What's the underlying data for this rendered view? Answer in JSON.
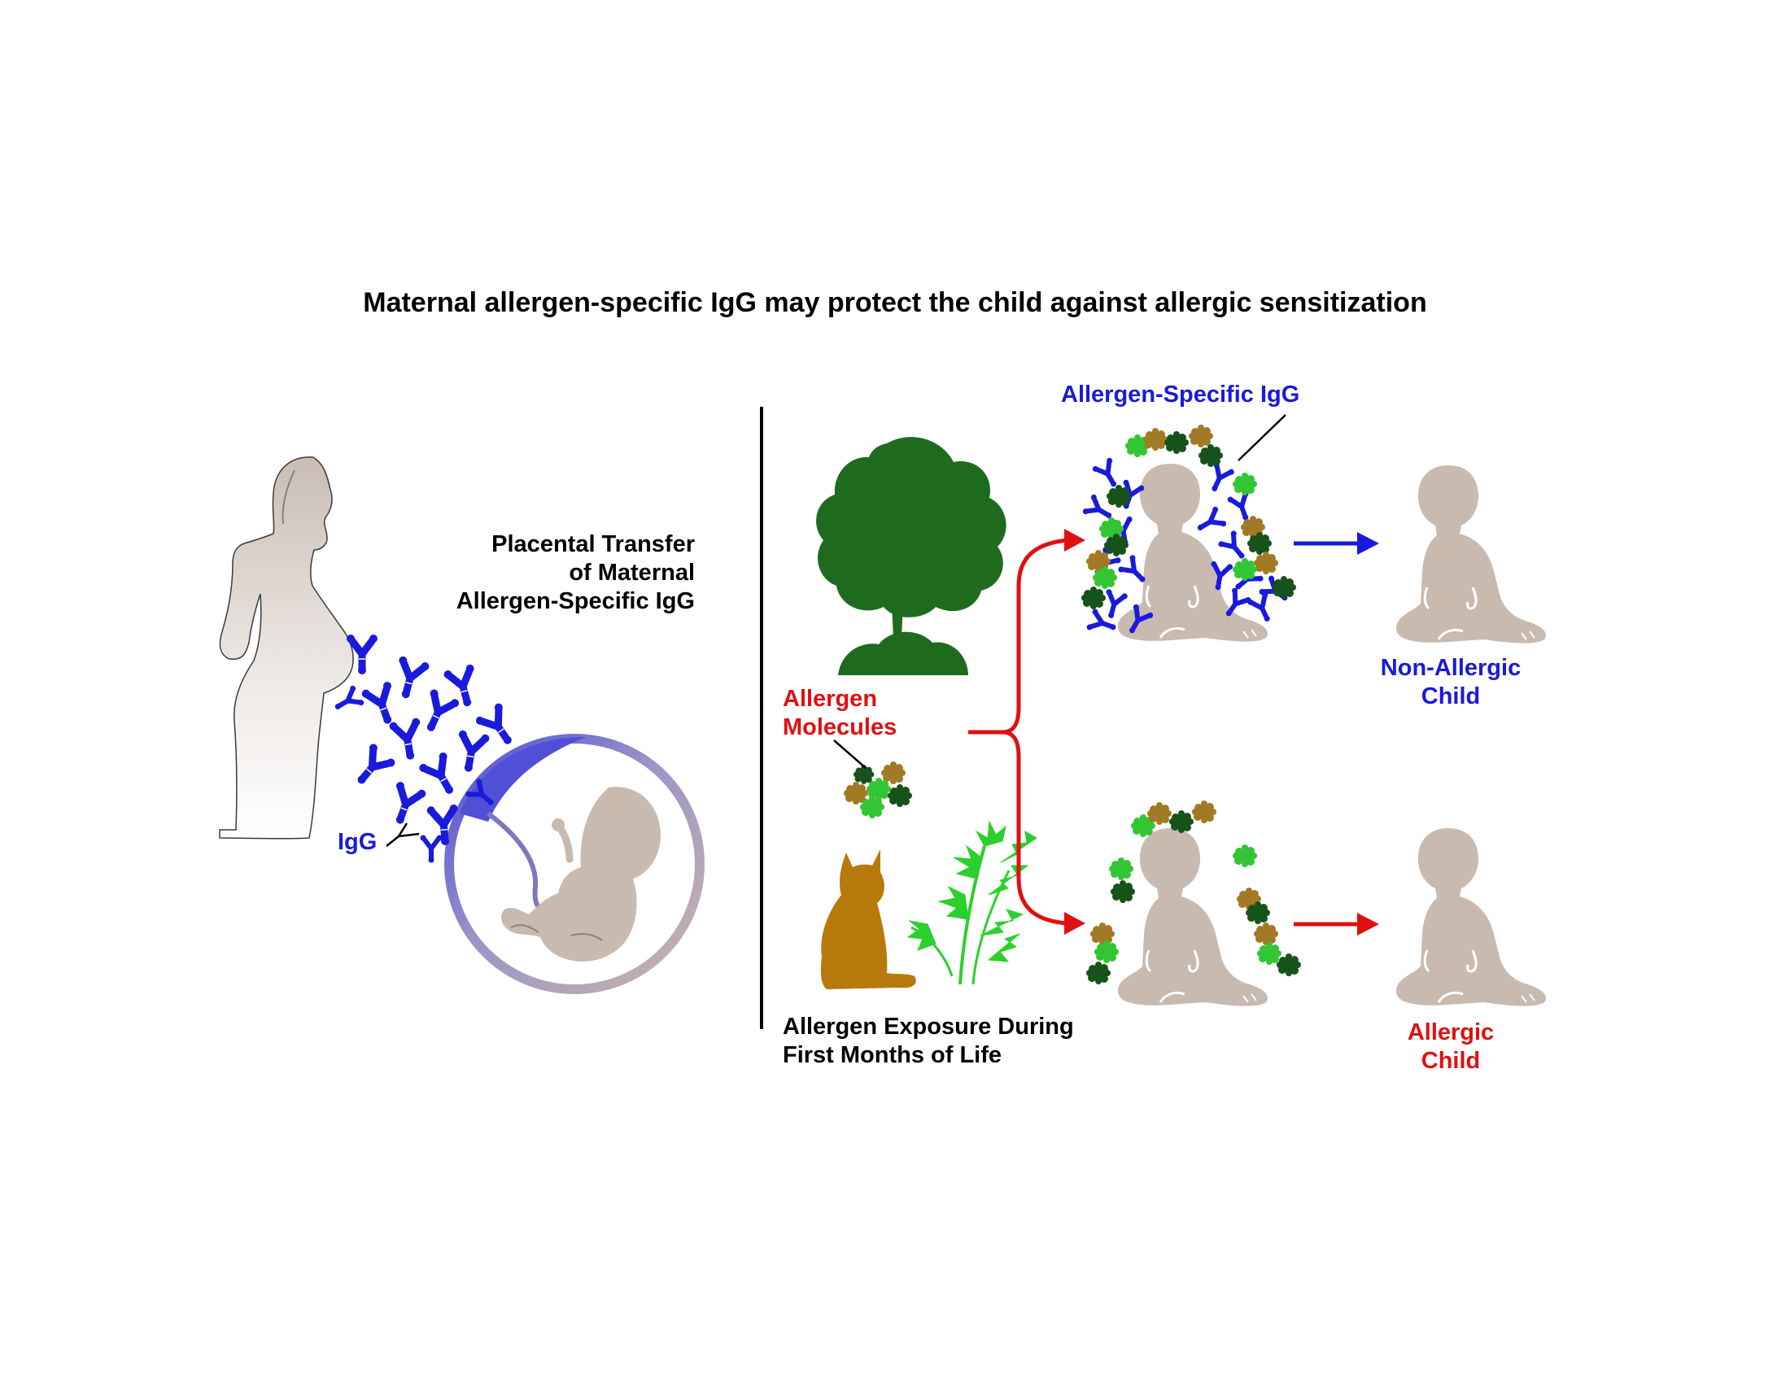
{
  "title": "Maternal allergen-specific IgG may protect the child against allergic sensitization",
  "labels": {
    "placental_line1": "Placental Transfer",
    "placental_line2": "of Maternal",
    "placental_line3": "Allergen-Specific IgG",
    "igg": "IgG",
    "allergen_line1": "Allergen",
    "allergen_line2": "Molecules",
    "exposure_line1": "Allergen Exposure During",
    "exposure_line2": "First Months of Life",
    "specific_igg": "Allergen-Specific IgG",
    "nonallergic_line1": "Non-Allergic",
    "nonallergic_line2": "Child",
    "allergic_line1": "Allergic",
    "allergic_line2": "Child"
  },
  "colors": {
    "igg_blue": "#1a1adc",
    "allergen_red": "#e01010",
    "baby": "#c9bab0",
    "tree": "#1e6b1e",
    "cat": "#b8790c",
    "plant": "#2cd02c",
    "dark_green": "#17521a",
    "light_green": "#34c534",
    "brown": "#a27a25"
  },
  "icons": [
    "pregnant-woman-icon",
    "fetus-in-womb-icon",
    "antibody-icon",
    "tree-icon",
    "cat-icon",
    "weed-plant-icon",
    "baby-icon",
    "arrow-icon"
  ]
}
